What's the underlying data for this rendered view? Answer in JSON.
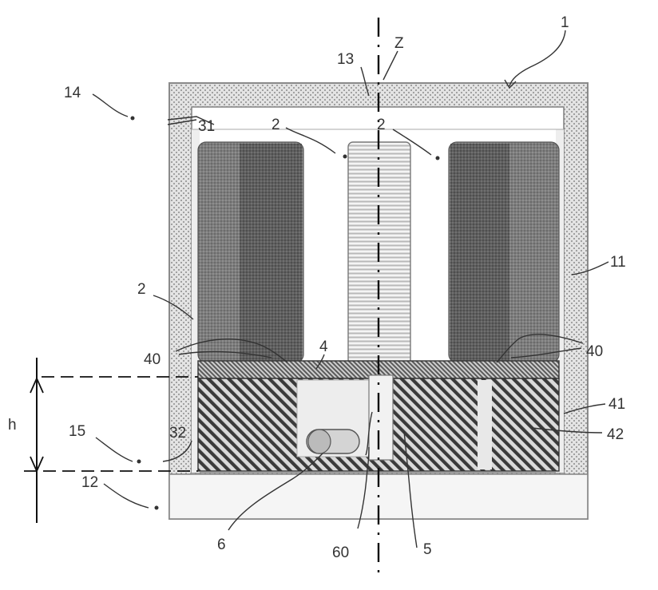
{
  "labels": {
    "l1": "1",
    "l13": "13",
    "lZ": "Z",
    "l14": "14",
    "l31": "31",
    "l2a": "2",
    "l2b": "2",
    "l2c": "2",
    "l11": "11",
    "l40a": "40",
    "l4": "4",
    "l40b": "40",
    "l41": "41",
    "l42": "42",
    "lh": "h",
    "l15": "15",
    "l32": "32",
    "l12": "12",
    "l6": "6",
    "l60": "60",
    "l5": "5"
  }
}
